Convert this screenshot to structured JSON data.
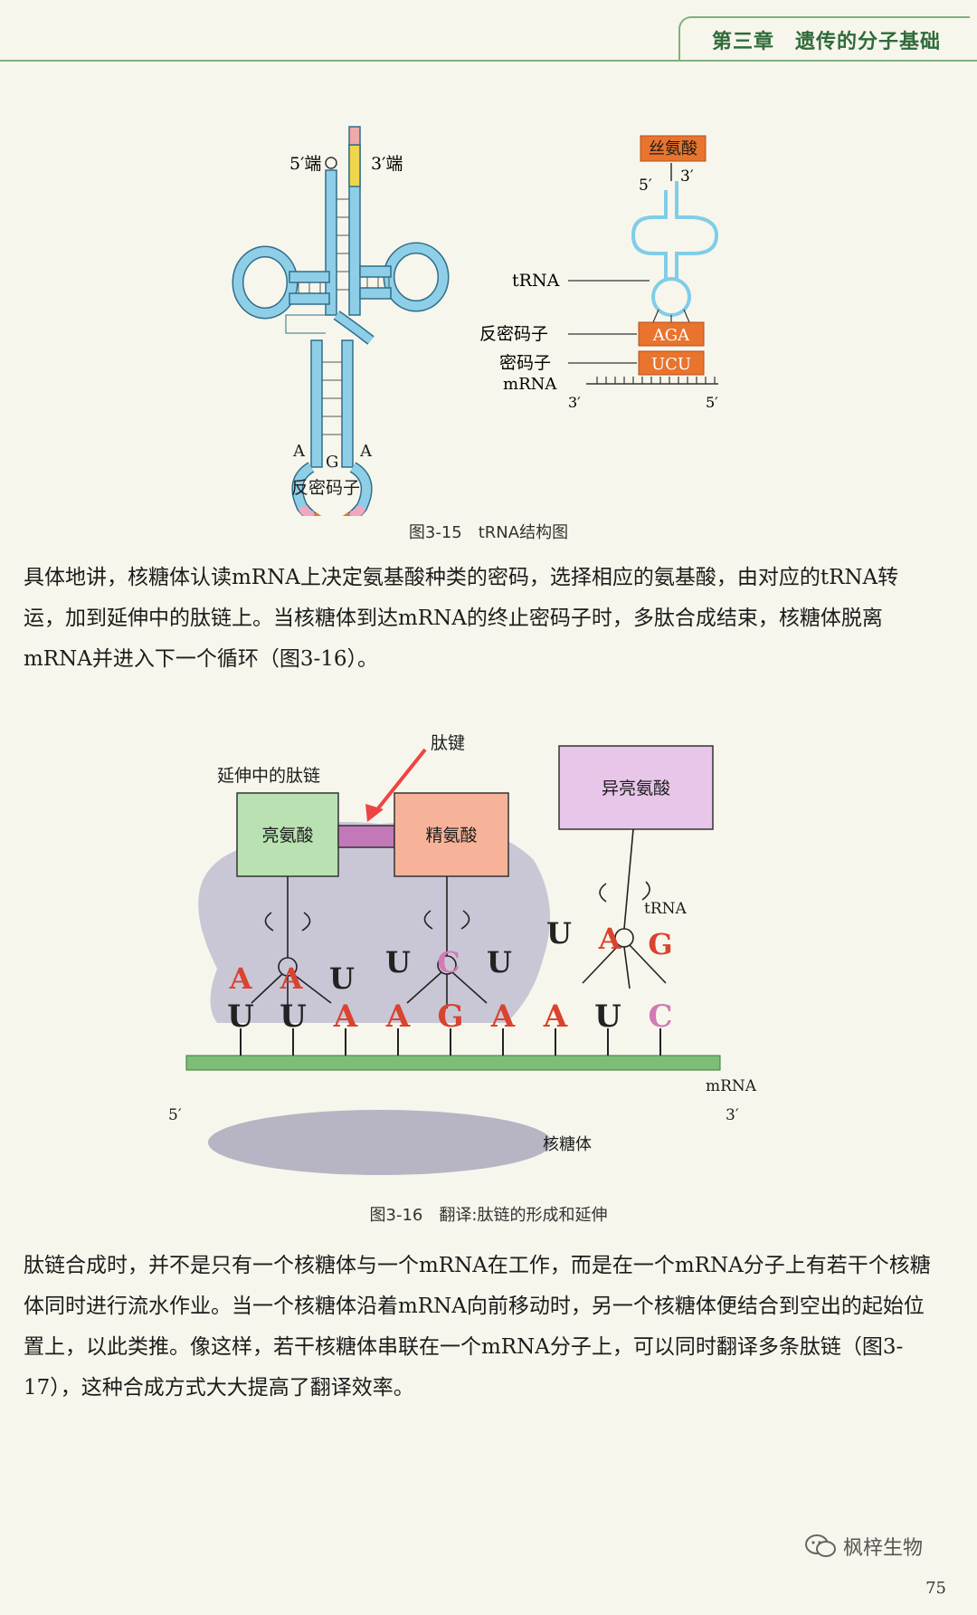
{
  "header": {
    "chapter_title": "第三章　遗传的分子基础"
  },
  "fig15": {
    "left": {
      "label_5end": "5′端",
      "label_3end": "3′端",
      "base_a1": "A",
      "base_g": "G",
      "base_a2": "A",
      "label_anticodon": "反密码子"
    },
    "right": {
      "amino_acid": "丝氨酸",
      "label_5": "5′",
      "label_3": "3′",
      "label_trna": "tRNA",
      "label_anticodon": "反密码子",
      "anticodon_value": "AGA",
      "label_codon": "密码子",
      "codon_value": "UCU",
      "label_mrna": "mRNA",
      "mrna_3": "3′",
      "mrna_5": "5′"
    },
    "caption": "图3-15　tRNA结构图"
  },
  "paragraph1": "具体地讲，核糖体认读mRNA上决定氨基酸种类的密码，选择相应的氨基酸，由对应的tRNA转运，加到延伸中的肽链上。当核糖体到达mRNA的终止密码子时，多肽合成结束，核糖体脱离mRNA并进入下一个循环（图3-16）。",
  "fig16": {
    "label_peptide_bond": "肽键",
    "label_growing_chain": "延伸中的肽链",
    "aa1": "亮氨酸",
    "aa2": "精氨酸",
    "aa3": "异亮氨酸",
    "label_trna": "tRNA",
    "anticodons": [
      {
        "bases": [
          "A",
          "A",
          "U"
        ]
      },
      {
        "bases": [
          "U",
          "C",
          "U"
        ]
      },
      {
        "bases": [
          "U",
          "A",
          "G"
        ]
      }
    ],
    "mrna_bases": [
      "U",
      "U",
      "A",
      "A",
      "G",
      "A",
      "A",
      "U",
      "C"
    ],
    "label_mrna": "mRNA",
    "label_5": "5′",
    "label_3": "3′",
    "label_ribosome": "核糖体",
    "colors": {
      "A": "#d9432f",
      "G": "#d9432f",
      "U": "#222222",
      "C": "#d27ab6"
    },
    "caption": "图3-16　翻译:肽链的形成和延伸"
  },
  "paragraph2": "肽链合成时，并不是只有一个核糖体与一个mRNA在工作，而是在一个mRNA分子上有若干个核糖体同时进行流水作业。当一个核糖体沿着mRNA向前移动时，另一个核糖体便结合到空出的起始位置上，以此类推。像这样，若干核糖体串联在一个mRNA分子上，可以同时翻译多条肽链（图3-17），这种合成方式大大提高了翻译效率。",
  "footer": {
    "watermark": "枫梓生物",
    "page_number": "75"
  }
}
